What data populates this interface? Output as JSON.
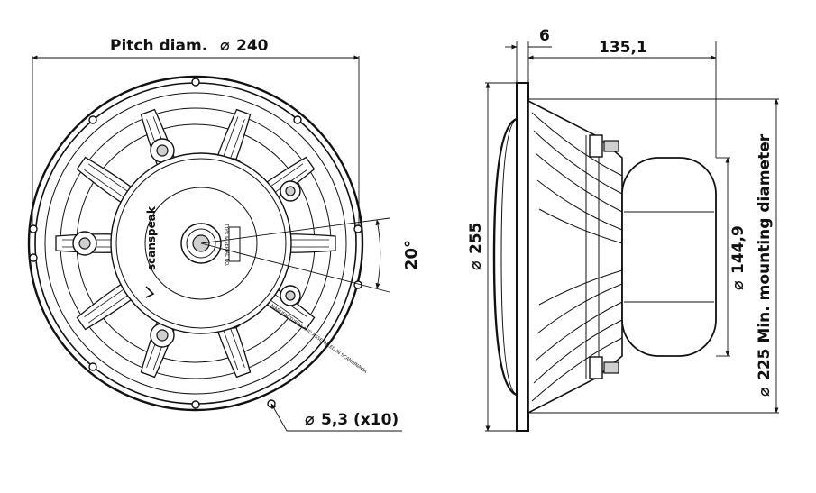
{
  "front_view": {
    "pitch_label": "Pitch diam.",
    "pitch_value": "240",
    "angle_label": "20°",
    "hole_label": "5,3 (x10)",
    "brand_text": "scanspeak",
    "ring_text": "MANUFACTURED AND ASSEMBLED IN SCANDINAVIA"
  },
  "side_view": {
    "flange_thickness": "6",
    "depth": "135,1",
    "outer_diameter": "255",
    "magnet_diameter": "144,9",
    "mounting_diameter_label": "225 Min. mounting diameter"
  },
  "symbols": {
    "diameter": "⌀"
  }
}
